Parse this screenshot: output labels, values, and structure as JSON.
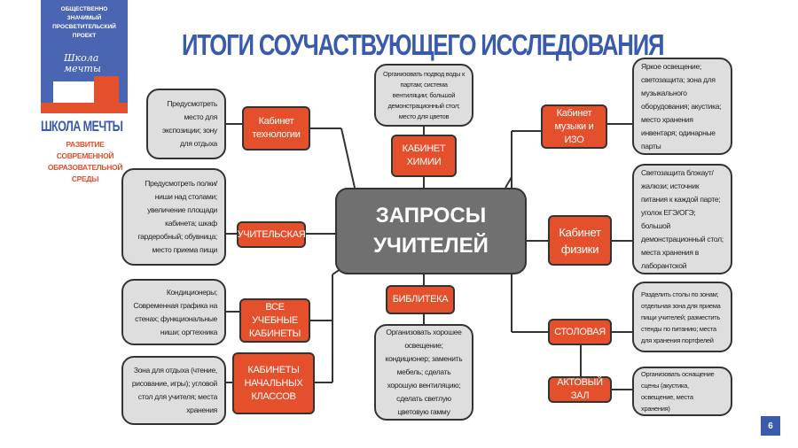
{
  "logo": {
    "tagline": "ОБЩЕСТВЕННО ЗНАЧИМЫЙ ПРОСВЕТИТЕЛЬСКИЙ ПРОЕКТ",
    "script_text": "Школа мечты",
    "brand": "ШКОЛА МЕЧТЫ",
    "subtitle": "РАЗВИТИЕ СОВРЕМЕННОЙ ОБРАЗОВАТЕЛЬНОЙ СРЕДЫ"
  },
  "title": "ИТОГИ СОУЧАСТВУЮЩЕГО ИССЛЕДОВАНИЯ",
  "center": "ЗАПРОСЫ УЧИТЕЛЕЙ",
  "nodes": [
    {
      "label": "Кабинет технологии",
      "details": "Предусмотреть место для экспозиции; зону для отдыха"
    },
    {
      "label": "УЧИТЕЛЬСКАЯ",
      "details": "Предусмотреть полки/ниши над столами; увеличение площади кабинета; шкаф гардеробный; обувница; место приема пищи"
    },
    {
      "label": "ВСЕ УЧЕБНЫЕ КАБИНЕТЫ",
      "details": "Кондиционеры; Современная графика на стенах; функциональные ниши; оргтехника"
    },
    {
      "label": "КАБИНЕТЫ НАЧАЛЬНЫХ КЛАССОВ",
      "details": "Зона для отдыха (чтение, рисование, игры); угловой стол для учителя; места хранения"
    },
    {
      "label": "КАБИНЕТ ХИМИИ",
      "details": "Организовать подвод воды к партам; система вентиляции; большой демонстрационный стол; место для цветов"
    },
    {
      "label": "БИБЛИТЕКА",
      "details": "Организовать хорошее освещение; кондиционер; заменить мебель; сделать хорошую вентиляцию; сделать светлую цветовую гамму"
    },
    {
      "label": "Кабинет музыки и ИЗО",
      "details": "Яркое освещение; светозащита; зона для музыкального оборудования; акустика; место хранения инвентаря; одинарные парты"
    },
    {
      "label": "Кабинет физики",
      "details": "Светозащита блэкаут/жалюзи; источник питания к каждой парте; уголок ЕГЭ/ОГЭ; большой демонстрационный стол; места хранения в лаборантской"
    },
    {
      "label": "СТОЛОВАЯ",
      "details": "Разделить столы по зонам; отдельная зона для приема пищи учителей; разместить стенды по питанию; места для хранения портфелей"
    },
    {
      "label": "АКТОВЫЙ ЗАЛ",
      "details": "Организовать оснащение сцены (акустика, освещение, места хранения)"
    }
  ],
  "page_number": "6",
  "colors": {
    "blue": "#3a5bab",
    "orange": "#e4502b",
    "gray": "#dedede",
    "center": "#707070"
  }
}
